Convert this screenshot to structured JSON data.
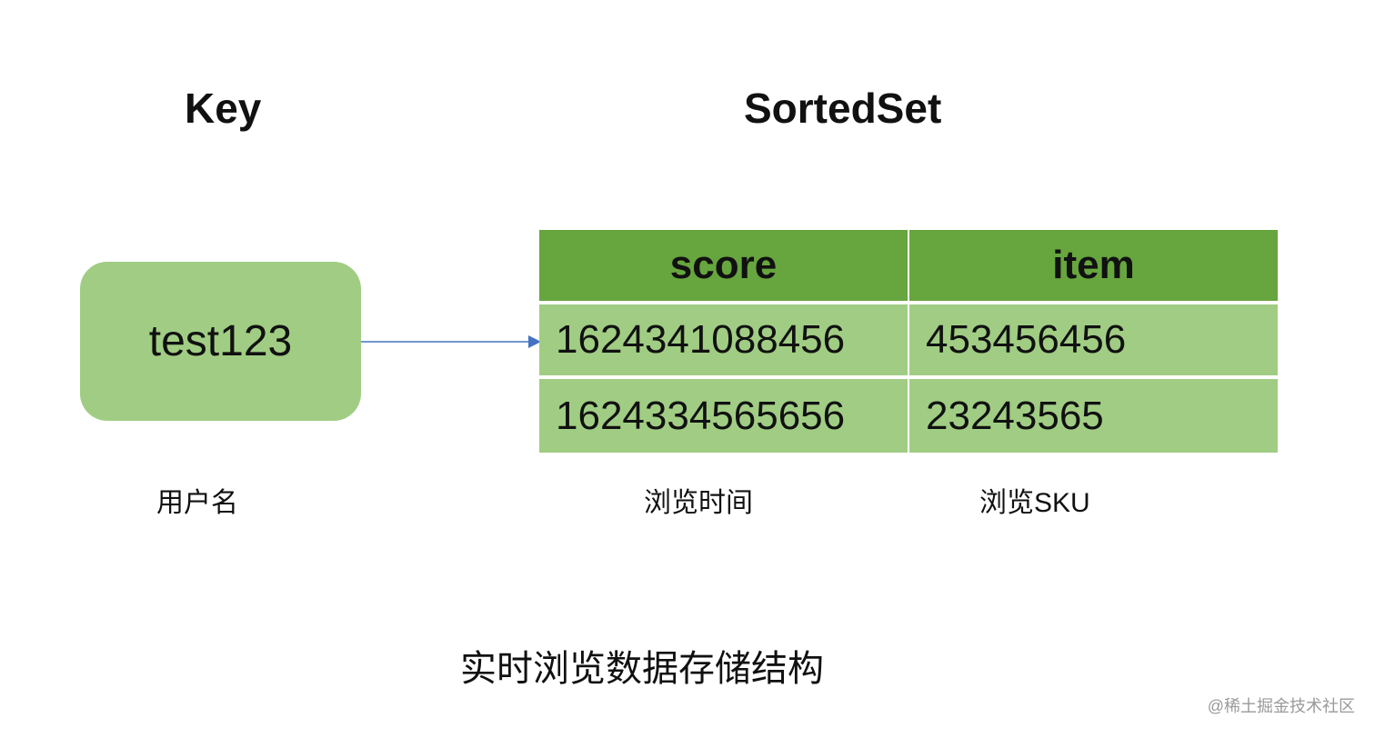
{
  "headings": {
    "key": "Key",
    "sorted_set": "SortedSet"
  },
  "key_box": {
    "value": "test123"
  },
  "table": {
    "columns": [
      "score",
      "item"
    ],
    "rows": [
      [
        "1624341088456",
        "453456456"
      ],
      [
        "1624334565656",
        "23243565"
      ]
    ]
  },
  "captions": {
    "key": "用户名",
    "score": "浏览时间",
    "item": "浏览SKU"
  },
  "title": "实时浏览数据存储结构",
  "watermark": "@稀土掘金技术社区",
  "colors": {
    "header_green": "#67a53e",
    "cell_green": "#a0cd83",
    "arrow_blue": "#4472c4"
  }
}
